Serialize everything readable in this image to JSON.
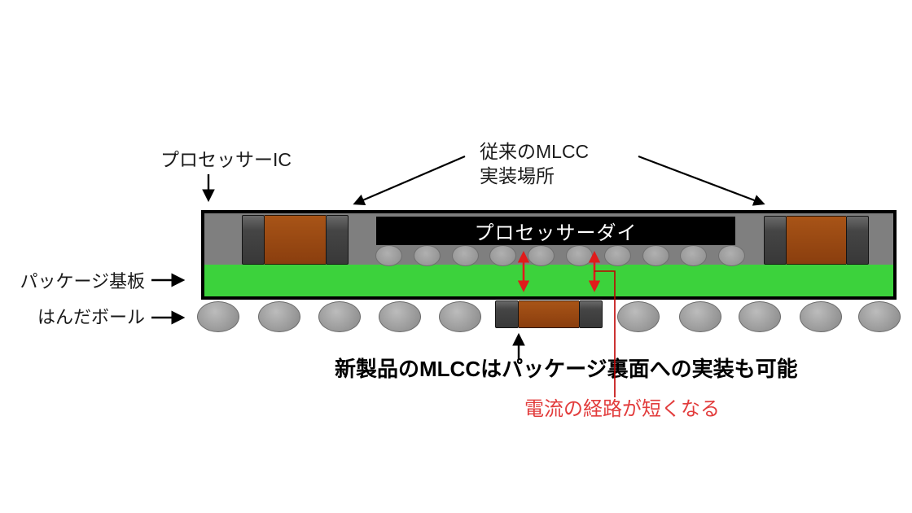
{
  "labels": {
    "processor_ic": "プロセッサーIC",
    "conventional_mlcc_line1": "従来のMLCC",
    "conventional_mlcc_line2": "実装場所",
    "package_substrate": "パッケージ基板",
    "solder_ball": "はんだボール",
    "processor_die": "プロセッサーダイ",
    "new_mlcc_note": "新製品のMLCCはパッケージ裏面への実装も可能",
    "current_path_note": "電流の経路が短くなる"
  },
  "colors": {
    "background": "#ffffff",
    "package_gray": "#7f7f7f",
    "substrate_green": "#3cd23c",
    "die_black": "#000000",
    "die_text_white": "#ffffff",
    "mlcc_body_brown_top": "#a85417",
    "mlcc_body_brown_bottom": "#8a3e0e",
    "mlcc_terminal_dark": "#454545",
    "bump_gray": "#9b9b9b",
    "solder_ball_gray": "#9e9e9e",
    "arrow_black": "#000000",
    "arrow_red": "#e01b1b",
    "current_path_line_red": "#c00000",
    "current_note_text_red": "#e23c3c"
  },
  "counts": {
    "die_bumps": 10,
    "solder_balls": 10
  }
}
